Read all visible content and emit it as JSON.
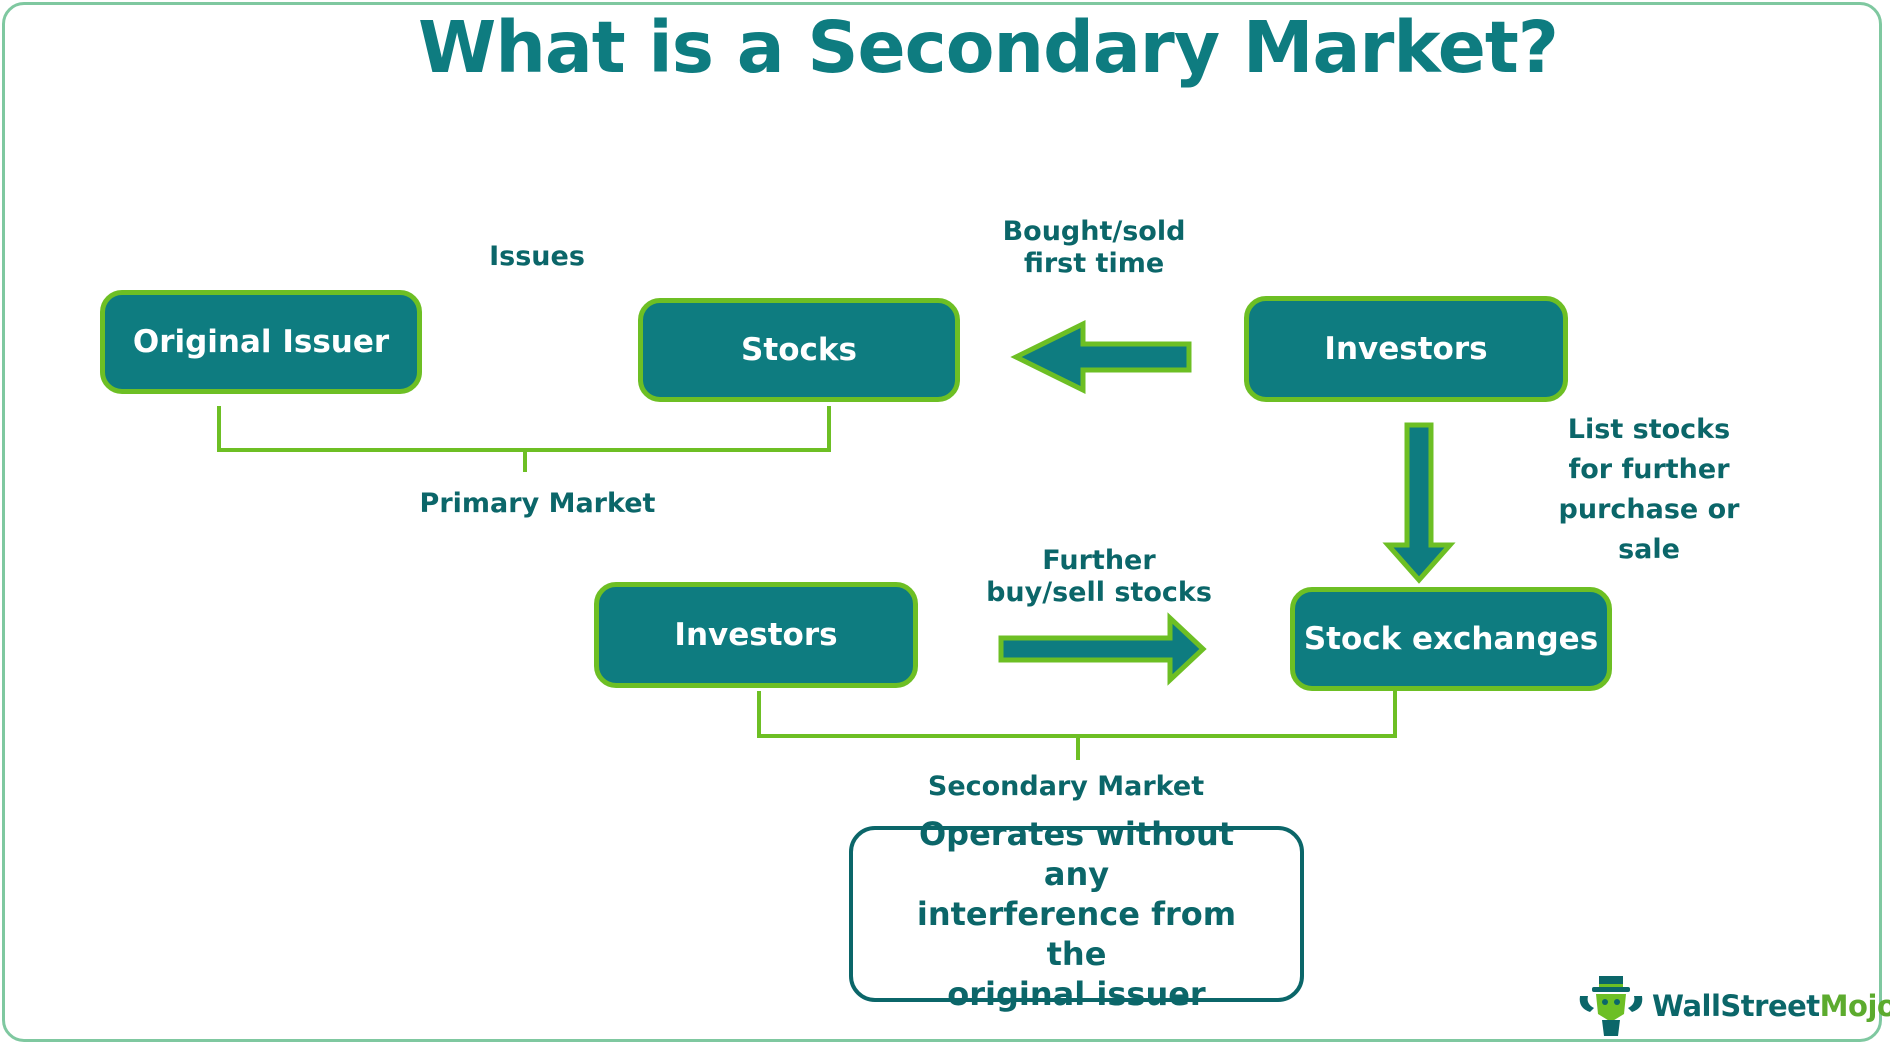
{
  "title": "What is a Secondary Market?",
  "nodes": {
    "original_issuer": "Original Issuer",
    "stocks": "Stocks",
    "investors_top": "Investors",
    "investors_bottom": "Investors",
    "stock_exchanges": "Stock exchanges"
  },
  "labels": {
    "issues": "Issues",
    "bought_sold_line1": "Bought/sold",
    "bought_sold_line2": "first time",
    "primary_market": "Primary Market",
    "list_stocks_line1": "List stocks",
    "list_stocks_line2": "for further",
    "list_stocks_line3": "purchase or",
    "list_stocks_line4": "sale",
    "further_line1": "Further",
    "further_line2": "buy/sell stocks",
    "secondary_market": "Secondary Market"
  },
  "note": {
    "line1": "Operates without any",
    "line2": "interference from the",
    "line3": "original issuer"
  },
  "logo": {
    "part1": "WallStreet",
    "part2": "Mojo"
  },
  "colors": {
    "teal": "#0e7c80",
    "green": "#6dbf24",
    "dark_teal": "#0b6669"
  }
}
